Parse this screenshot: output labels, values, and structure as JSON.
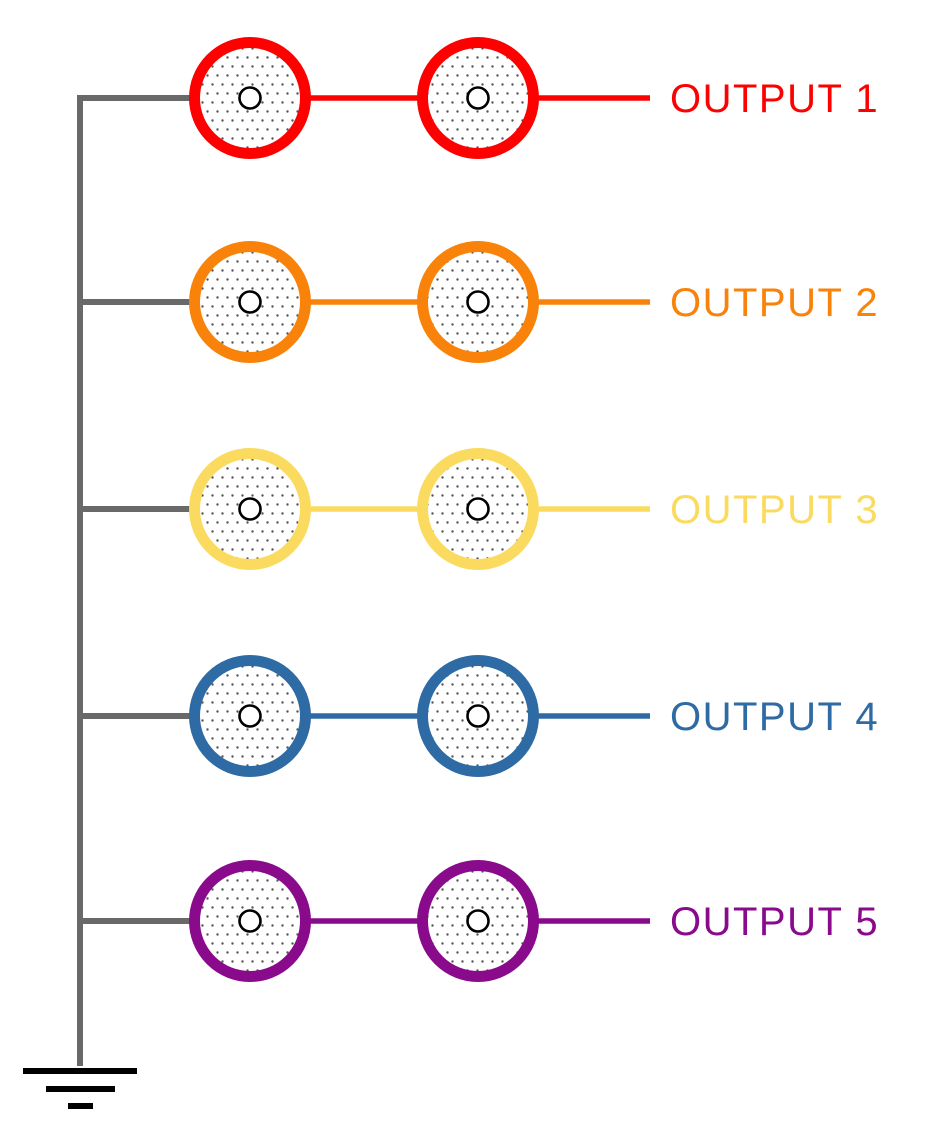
{
  "diagram": {
    "bus_color": "#696969",
    "ground_color": "#000000",
    "dot_color": "#555555",
    "rows": [
      {
        "label": "OUTPUT 1",
        "color": "#FE0000"
      },
      {
        "label": "OUTPUT 2",
        "color": "#F9830A"
      },
      {
        "label": "OUTPUT 3",
        "color": "#FBDB5F"
      },
      {
        "label": "OUTPUT 4",
        "color": "#2E6BA4"
      },
      {
        "label": "OUTPUT 5",
        "color": "#8A0A8C"
      }
    ]
  }
}
